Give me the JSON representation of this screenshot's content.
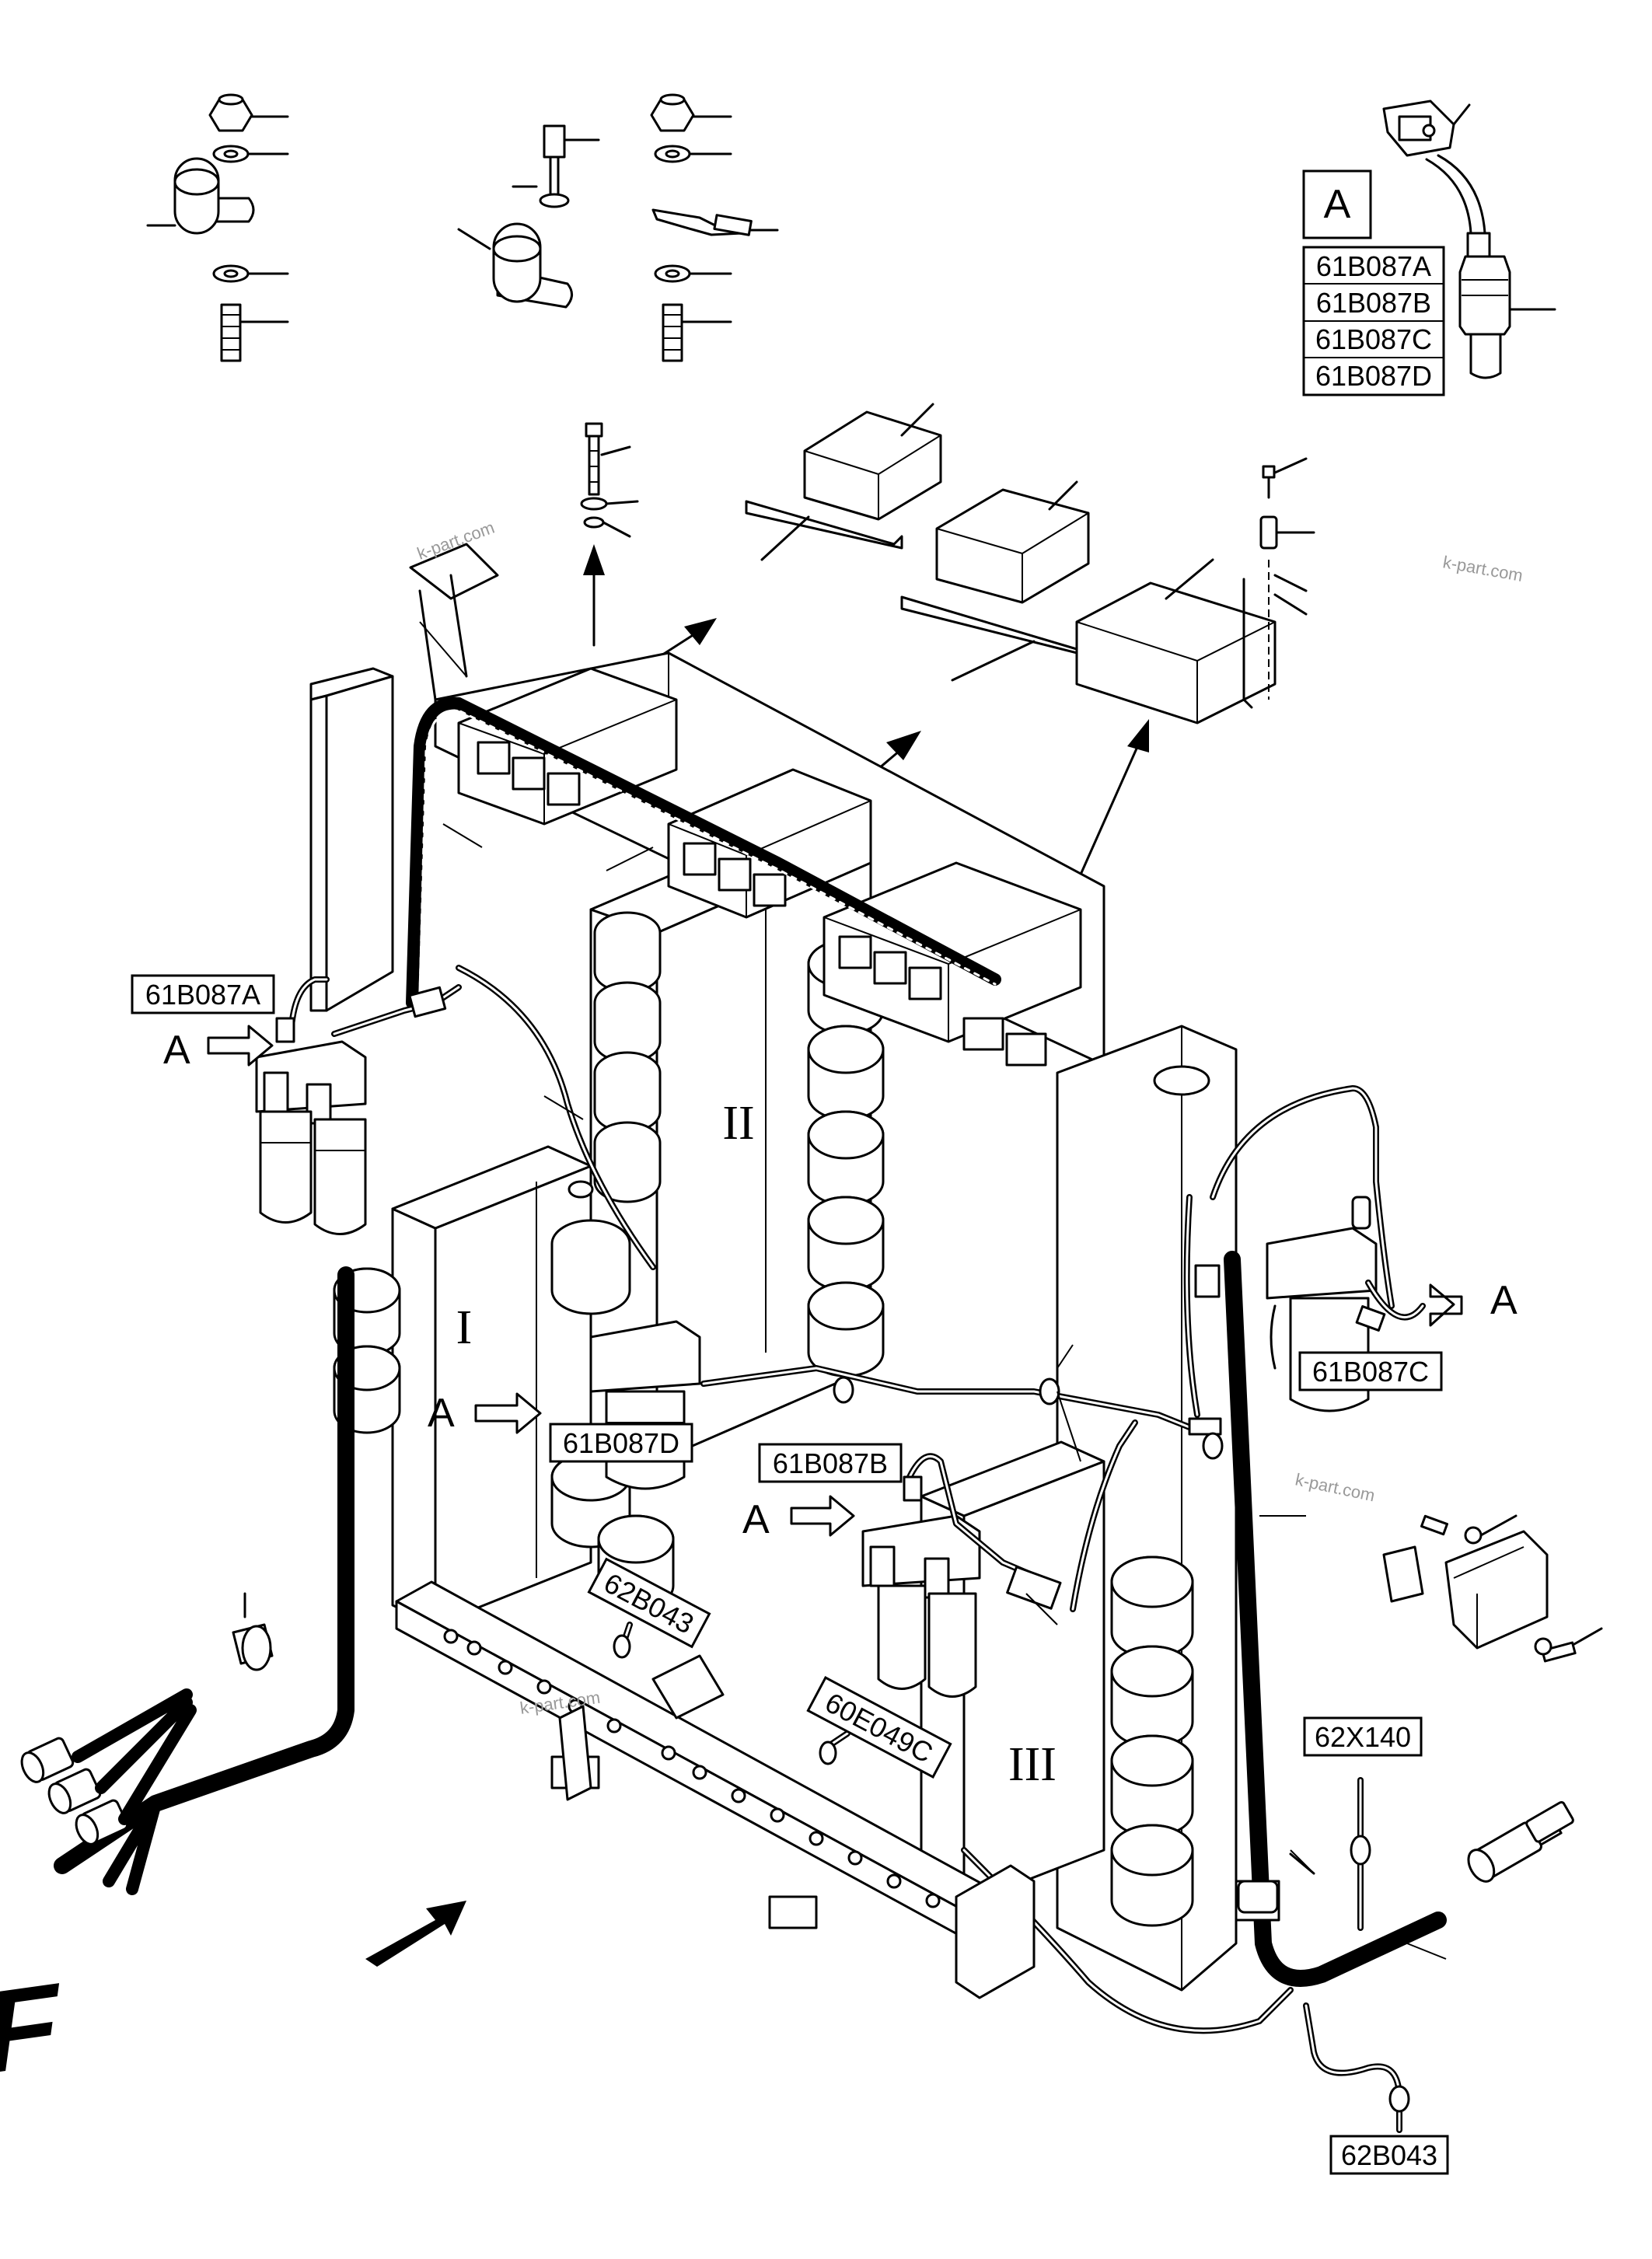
{
  "detail_key": {
    "letter": "A",
    "parts": [
      "61B087A",
      "61B087B",
      "61B087C",
      "61B087D"
    ]
  },
  "callouts": {
    "c1": "61B087A",
    "c2": "61B087D",
    "c3": "61B087B",
    "c4": "61B087C",
    "c5": "62B043",
    "c6": "60E049C",
    "c7": "62X140",
    "c8": "62B043"
  },
  "view_arrows": {
    "a1": "A",
    "a2": "A",
    "a3": "A",
    "a4": "A"
  },
  "blocks": {
    "b1": "I",
    "b2": "II",
    "b3": "III"
  },
  "direction": "F",
  "watermark": "k-part.com"
}
